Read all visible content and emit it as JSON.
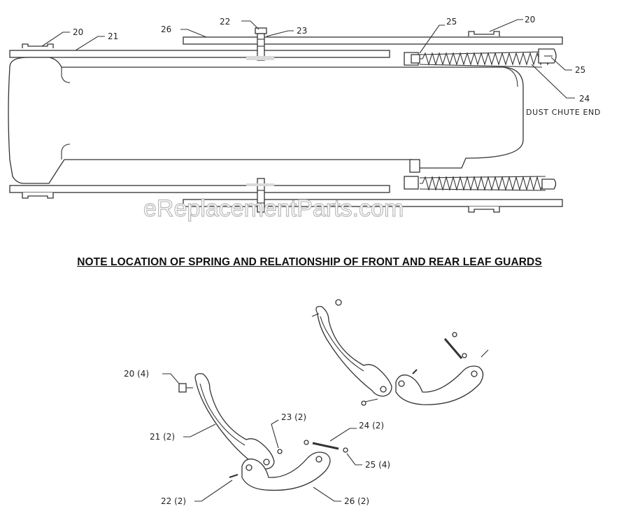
{
  "top_view": {
    "callouts": [
      "20",
      "21",
      "26",
      "22",
      "23",
      "25",
      "20",
      "25",
      "24"
    ],
    "end_label": "DUST CHUTE END"
  },
  "note": "NOTE LOCATION OF SPRING AND RELATIONSHIP OF FRONT AND REAR  LEAF GUARDS",
  "watermark": "eReplacementParts.com",
  "exploded_view": {
    "callouts": [
      "20 (4)",
      "21 (2)",
      "23 (2)",
      "24 (2)",
      "25 (4)",
      "22 (2)",
      "26 (2)"
    ]
  }
}
